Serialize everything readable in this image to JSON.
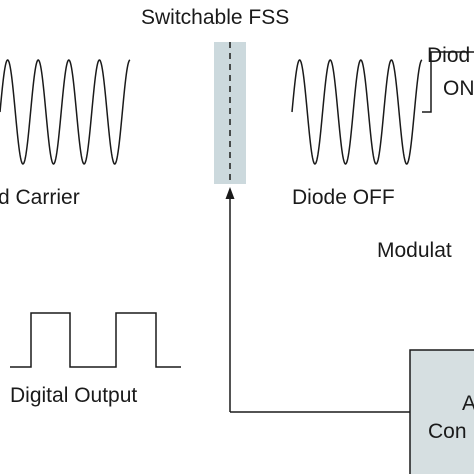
{
  "labels": {
    "fss_title": "Switchable FSS",
    "carrier": "d Carrier",
    "diode_off": "Diode OFF",
    "diode_on_top": "Diod",
    "diode_on_bottom": "ON",
    "modulated": "Modulat",
    "digital_output": "Digital Output",
    "controller_top": "A",
    "controller_bottom": "Con"
  },
  "colors": {
    "fss_panel": "#ccd9dd",
    "controller_box": "#d6dfe1",
    "stroke": "#1a1a1a"
  }
}
